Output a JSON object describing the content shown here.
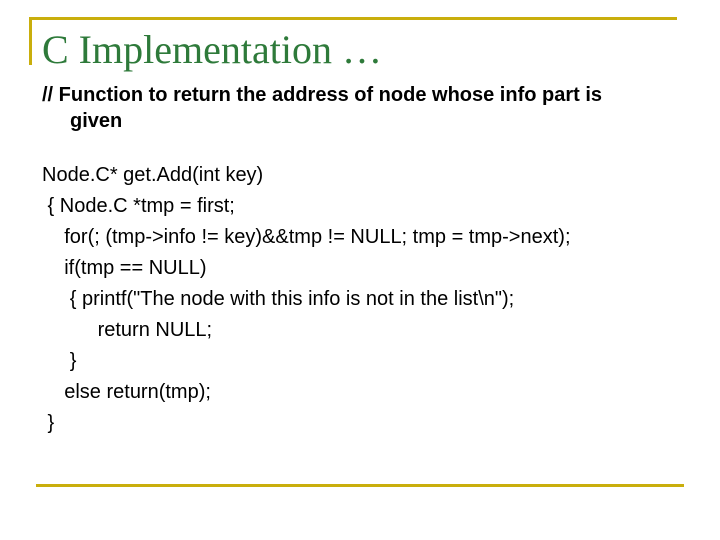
{
  "slide": {
    "title": "C Implementation …",
    "comment_line1": "// Function to return the address of node whose info part is",
    "comment_line2": "given",
    "code_lines": [
      "Node.C* get.Add(int key)",
      " { Node.C *tmp = first;",
      "    for(; (tmp->info != key)&&tmp != NULL; tmp = tmp->next);",
      "    if(tmp == NULL)",
      "     { printf(\"The node with this info is not in the list\\n\");",
      "          return NULL;",
      "     }",
      "    else return(tmp);",
      " }"
    ]
  },
  "colors": {
    "accent_rule": "#C9AE0C",
    "title": "#2E7A3A"
  }
}
